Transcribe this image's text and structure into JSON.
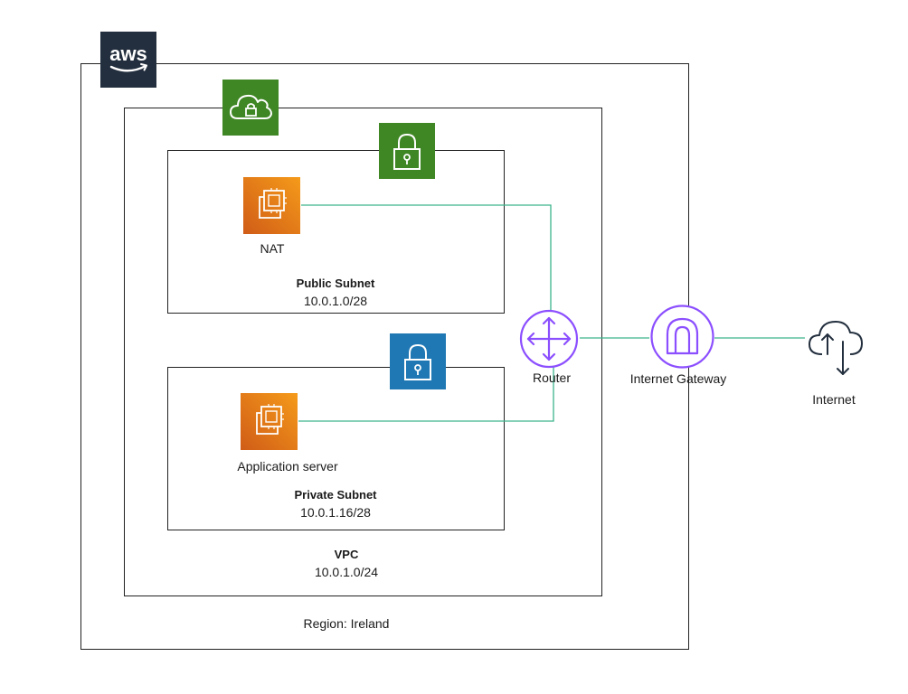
{
  "brand": {
    "logo_text": "aws"
  },
  "region": {
    "label": "Region: Ireland"
  },
  "vpc": {
    "name": "VPC",
    "cidr": "10.0.1.0/24"
  },
  "public_subnet": {
    "name": "Public Subnet",
    "cidr": "10.0.1.0/28"
  },
  "private_subnet": {
    "name": "Private Subnet",
    "cidr": "10.0.1.16/28"
  },
  "nodes": {
    "nat": "NAT",
    "app_server": "Application server",
    "router": "Router",
    "internet_gateway": "Internet Gateway",
    "internet": "Internet"
  },
  "colors": {
    "aws_dark": "#232f3e",
    "vpc_green": "#3f8624",
    "private_blue": "#1f78b4",
    "ec2_orange": "#e8740c",
    "network_purple": "#8c4fff",
    "wire_teal": "#3cb38a"
  },
  "icons": {
    "brand": "aws-logo",
    "vpc": "cloud-lock-icon",
    "public_subnet": "padlock-icon",
    "private_subnet": "padlock-icon",
    "ec2": "ec2-instance-icon",
    "router": "router-icon",
    "gateway": "internet-gateway-icon",
    "internet": "cloud-upload-download-icon"
  }
}
